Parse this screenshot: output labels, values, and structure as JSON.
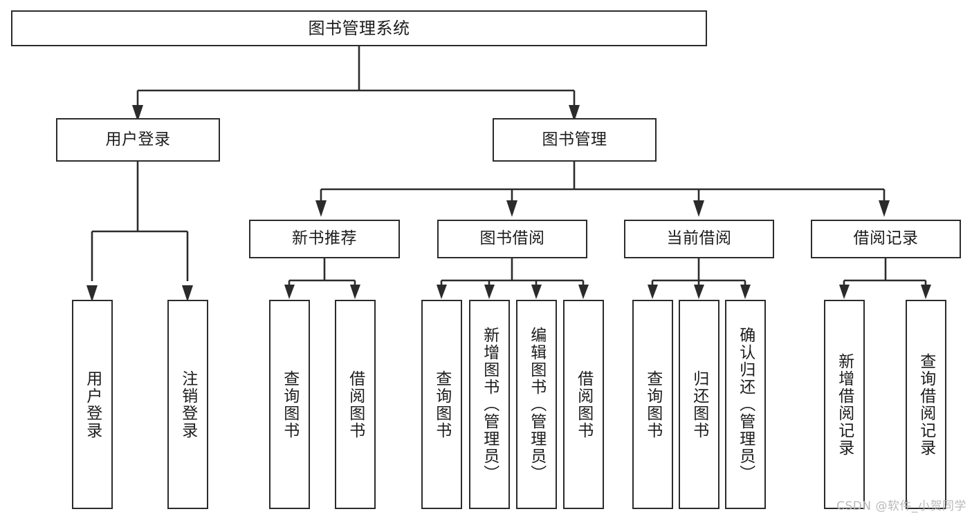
{
  "diagram": {
    "title": "图书管理系统",
    "type": "tree",
    "watermark": "CSDN @软件_小贺同学",
    "line_color": "#2b2b2b",
    "box_fill": "#ffffff",
    "text_color": "#1c1c1c",
    "watermark_color": "#b9b9b9",
    "root": {
      "label": "图书管理系统"
    },
    "level1": [
      {
        "label": "用户登录"
      },
      {
        "label": "图书管理"
      }
    ],
    "level2": [
      {
        "label": "新书推荐"
      },
      {
        "label": "图书借阅"
      },
      {
        "label": "当前借阅"
      },
      {
        "label": "借阅记录"
      }
    ],
    "leaves": {
      "user_login": [
        {
          "label": "用户登录"
        },
        {
          "label": "注销登录"
        }
      ],
      "new_book": [
        {
          "label": "查询图书"
        },
        {
          "label": "借阅图书"
        }
      ],
      "book_borrow": [
        {
          "label": "查询图书"
        },
        {
          "label": "新增图书（管理员）"
        },
        {
          "label": "编辑图书（管理员）"
        },
        {
          "label": "借阅图书"
        }
      ],
      "current_borrow": [
        {
          "label": "查询图书"
        },
        {
          "label": "归还图书"
        },
        {
          "label": "确认归还（管理员）"
        }
      ],
      "borrow_record": [
        {
          "label": "新增借阅记录"
        },
        {
          "label": "查询借阅记录"
        }
      ]
    }
  }
}
